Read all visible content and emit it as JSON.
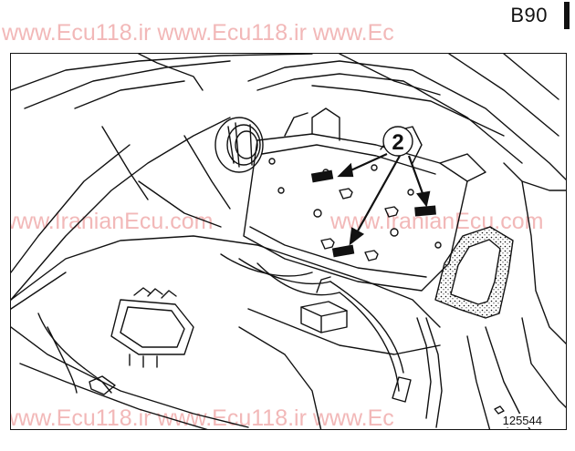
{
  "header": {
    "ref_code": "B90"
  },
  "watermarks": {
    "top": "www.Ecu118.ir   www.Ecu118.ir   www.Ec",
    "middle_left": "www.IranianEcu.com",
    "middle_right": "www.IranianEcu.com",
    "bottom": "www.Ecu118.ir   www.Ecu118.ir   www.Ec",
    "color": "#f2b8b8"
  },
  "diagram": {
    "callout_label": "2",
    "figure_number": "125544"
  }
}
